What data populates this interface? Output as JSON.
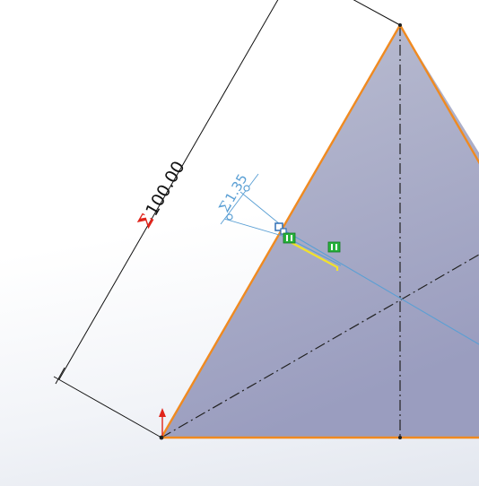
{
  "dimensions": {
    "side_length": {
      "prefix": "Σ",
      "value": "100.00"
    },
    "offset": {
      "prefix": "Σ",
      "value": "1.35"
    }
  },
  "colors": {
    "triangle_fill": "#a3a6c4",
    "edge_highlight": "#f08a20",
    "construction_line": "#222222",
    "dimension_line": "#111111",
    "offset_dimension": "#5a9fd4",
    "relation_badge": "#27b23a",
    "selected_segment": "#f2e22a",
    "origin_arrow": "#e0241b"
  },
  "icons": {
    "relation": "coincident-relation-icon",
    "origin": "origin-arrow-icon",
    "handle": "drag-handle-icon"
  }
}
